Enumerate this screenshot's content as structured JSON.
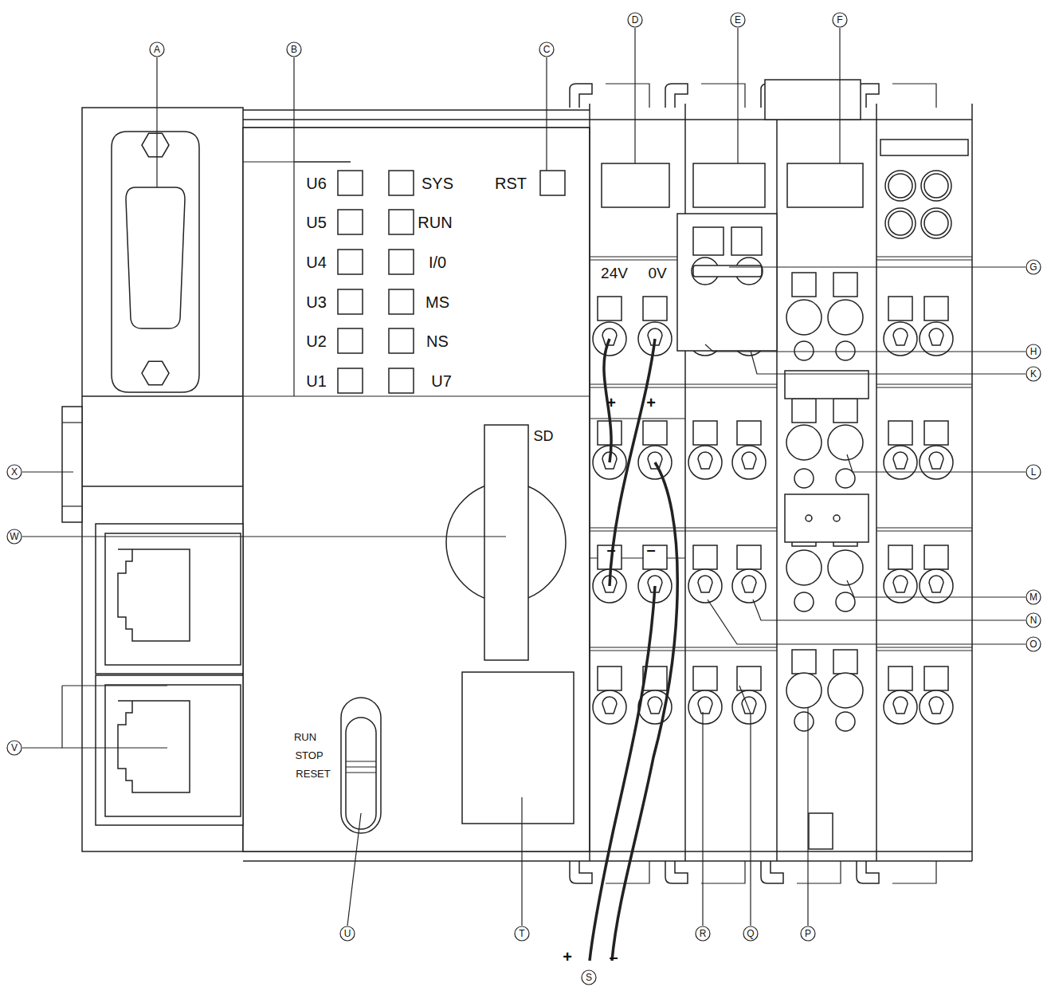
{
  "diagram": {
    "labels": [
      "A",
      "B",
      "C",
      "D",
      "E",
      "F",
      "G",
      "H",
      "K",
      "L",
      "M",
      "N",
      "O",
      "P",
      "Q",
      "R",
      "S",
      "T",
      "U",
      "V",
      "W",
      "X",
      "U6",
      "SYS",
      "RST",
      "U5",
      "RUN",
      "U4",
      "I/0",
      "U3",
      "MS",
      "U2",
      "NS",
      "U1",
      "U7",
      "24V",
      "0V",
      "+",
      "+",
      "–",
      "–",
      "SD",
      "RUN",
      "STOP",
      "RESET",
      "+",
      "–"
    ]
  }
}
